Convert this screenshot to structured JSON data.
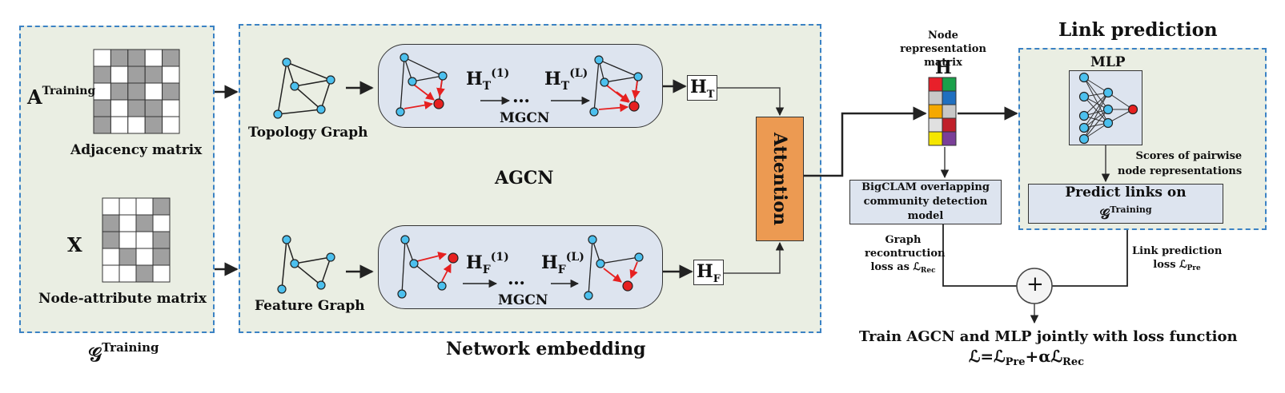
{
  "input": {
    "adj_symbol": "A",
    "adj_sup": "Training",
    "adj_label": "Adjacency matrix",
    "attr_symbol": "X",
    "attr_label": "Node-attribute matrix",
    "graph_symbol": "𝒢",
    "graph_sup": "Training"
  },
  "embedding": {
    "section_label": "Network embedding",
    "agcn_label": "AGCN",
    "topology_label": "Topology Graph",
    "feature_label": "Feature Graph",
    "mgcn_label": "MGCN",
    "ellipsis": "…",
    "ht1_base": "H",
    "ht1_sub": "T",
    "ht1_sup": "(1)",
    "htl_base": "H",
    "htl_sub": "T",
    "htl_sup": "(L)",
    "hf1_base": "H",
    "hf1_sub": "F",
    "hf1_sup": "(1)",
    "hfl_base": "H",
    "hfl_sub": "F",
    "hfl_sup": "(L)",
    "ht_base": "H",
    "ht_sub": "T",
    "hf_base": "H",
    "hf_sub": "F",
    "attention_label": "Attention"
  },
  "node_repr": {
    "title": "Node representation matrix",
    "symbol": "H",
    "colors": [
      [
        "#e8202a",
        "#1aa04a"
      ],
      [
        "#c8c8c8",
        "#1f6fc0"
      ],
      [
        "#f5a800",
        "#c8c8c8"
      ],
      [
        "#e0e0e0",
        "#c0202a"
      ],
      [
        "#f5e600",
        "#7a3f98"
      ]
    ]
  },
  "bigclam": {
    "line1": "BigCLAM overlapping",
    "line2": "community detection",
    "line3": "model"
  },
  "link_prediction": {
    "title": "Link prediction",
    "mlp_label": "MLP",
    "scores_line1": "Scores of pairwise",
    "scores_line2": "node representations",
    "predict_line1": "Predict links on",
    "predict_symbol": "𝒢",
    "predict_sup": "Training"
  },
  "losses": {
    "rec_line1": "Graph",
    "rec_line2": "recontruction",
    "rec_line3": "loss as",
    "rec_symbol": "ℒ",
    "rec_sub": "Rec",
    "pre_line1": "Link prediction",
    "pre_line2": "loss",
    "pre_symbol": "ℒ",
    "pre_sub": "Pre",
    "plus": "+",
    "train_line": "Train AGCN and MLP jointly with loss function",
    "formula_L": "ℒ",
    "formula_eq": "=",
    "formula_pre_sub": "Pre",
    "formula_plus_alpha": "+α",
    "formula_rec_sub": "Rec"
  }
}
